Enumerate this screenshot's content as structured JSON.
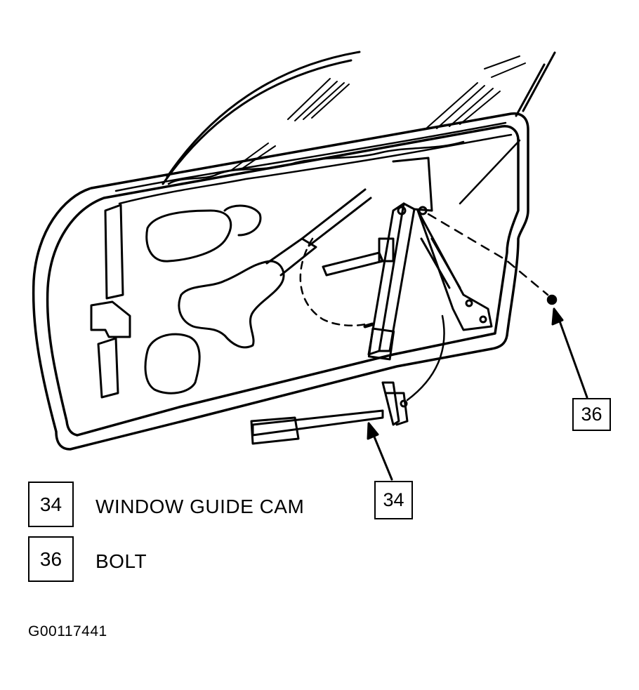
{
  "callouts": [
    {
      "number": "36",
      "part": "bolt"
    },
    {
      "number": "34",
      "part": "window_guide_cam"
    }
  ],
  "legend": [
    {
      "number": "34",
      "label": "WINDOW GUIDE CAM"
    },
    {
      "number": "36",
      "label": "BOLT"
    }
  ],
  "figure_id": "G00117441"
}
